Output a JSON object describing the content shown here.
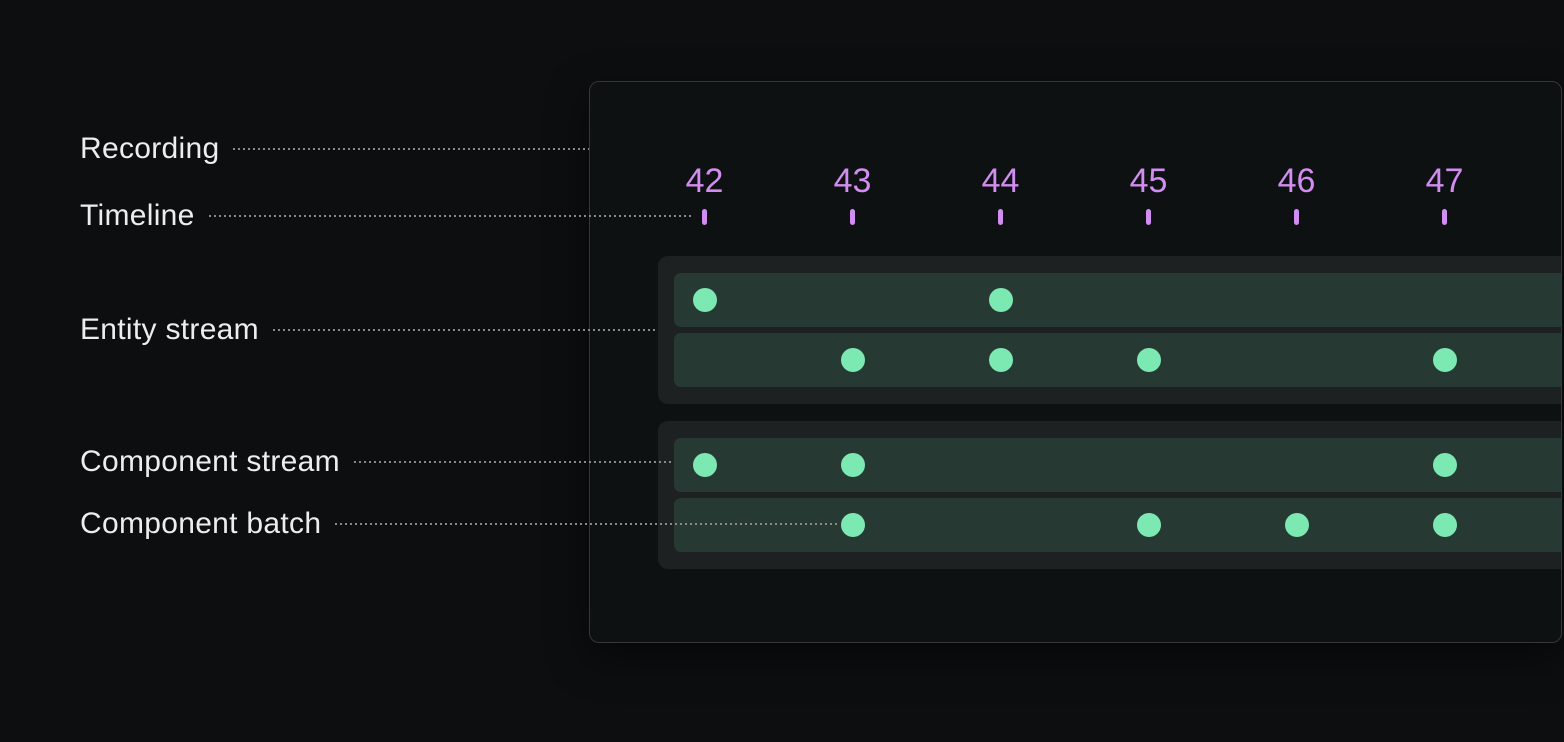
{
  "colors": {
    "page_bg": "#0c0e0f",
    "panel_bg": "#0e1112",
    "panel_border": "#34383a",
    "group_bg": "#1d2122",
    "row_bg": "#263a33",
    "dot": "#7ce9b3",
    "accent_purple": "#d18df0",
    "label_text": "#eceeee",
    "leader": "#868a8b"
  },
  "annotations": [
    {
      "id": "recording",
      "text": "Recording"
    },
    {
      "id": "timeline",
      "text": "Timeline"
    },
    {
      "id": "entity-stream",
      "text": "Entity stream"
    },
    {
      "id": "component-stream",
      "text": "Component stream"
    },
    {
      "id": "component-batch",
      "text": "Component batch"
    }
  ],
  "timeline": {
    "ticks": [
      "42",
      "43",
      "44",
      "45",
      "46",
      "47"
    ],
    "first_tick_center_x": 114.5,
    "tick_spacing": 148
  },
  "streams": {
    "groups": [
      {
        "name": "entity-stream-1",
        "rows": [
          {
            "name": "component-stream",
            "dots_at_ticks": [
              42,
              44
            ]
          },
          {
            "name": "component-stream",
            "dots_at_ticks": [
              43,
              44,
              45,
              47
            ]
          }
        ]
      },
      {
        "name": "entity-stream-2",
        "rows": [
          {
            "name": "component-stream",
            "dots_at_ticks": [
              42,
              43,
              47
            ]
          },
          {
            "name": "component-stream",
            "dots_at_ticks": [
              43,
              45,
              46,
              47
            ]
          }
        ]
      }
    ],
    "first_tick_value": 42
  }
}
